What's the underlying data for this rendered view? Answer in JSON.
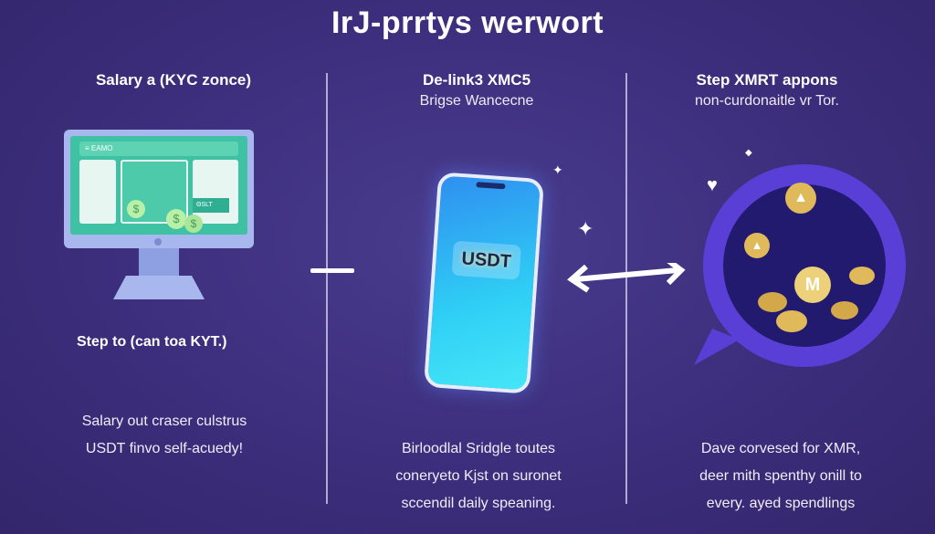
{
  "title": "IrJ-prrtys werwort",
  "columns": [
    {
      "heading": "Salary a (KYC zonce)",
      "step": "Step to (can toa KYT.)",
      "body": [
        "Salary out craser culstrus",
        "USDT finvo self-acuedy!"
      ],
      "screen": {
        "app_label": "≡ EAMO",
        "badge": "ΘSLT"
      }
    },
    {
      "heading": "De-link3 XMC5",
      "subheading": "Brigse Wancecne",
      "token_label": "USDT",
      "body": [
        "Birloodlal Sridgle toutes",
        "coneryeto Kjst on suronet",
        "sccendil daily speaning."
      ]
    },
    {
      "heading": "Step XMRT appons",
      "subheading": "non-curdonaitle vr Tor.",
      "body": [
        "Dave corvesed for XMR,",
        "deer mith spenthy onill to",
        "every. ayed spendlings"
      ]
    }
  ],
  "colors": {
    "background": "#3b2d7a",
    "screen": "#3fc1a4",
    "phone": "#2fd0f5",
    "bubble": "#5a3fd6",
    "coin": "#e0b95a"
  }
}
